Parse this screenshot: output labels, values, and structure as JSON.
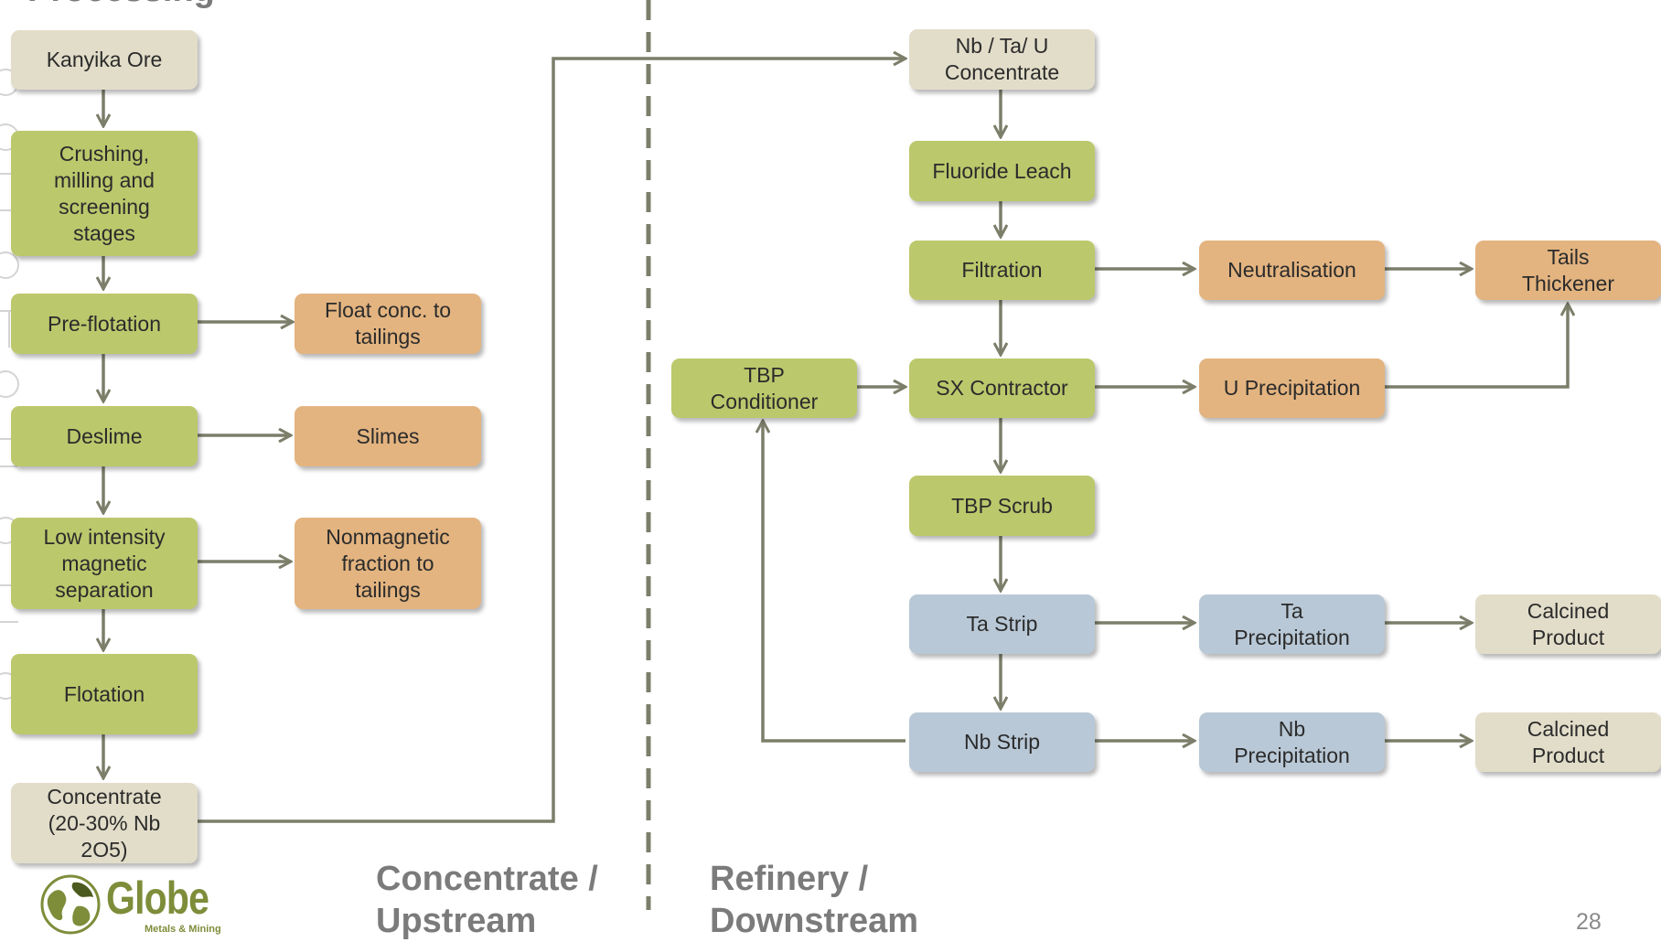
{
  "title_partial": "Processing",
  "upstream": {
    "kanyika_ore": "Kanyika Ore",
    "crushing": "Crushing,\nmilling and\nscreening\nstages",
    "pre_flotation": "Pre-flotation",
    "float_conc": "Float conc. to\ntailings",
    "deslime": "Deslime",
    "slimes": "Slimes",
    "low_intensity": "Low intensity\nmagnetic\nseparation",
    "nonmagnetic": "Nonmagnetic\nfraction to\ntailings",
    "flotation": "Flotation",
    "concentrate": "Concentrate\n(20-30% Nb\n2O5)"
  },
  "downstream": {
    "nb_ta_u_concentrate": "Nb / Ta/ U\nConcentrate",
    "fluoride_leach": "Fluoride Leach",
    "filtration": "Filtration",
    "neutralisation": "Neutralisation",
    "tails_thickener": "Tails\nThickener",
    "tbp_conditioner": "TBP\nConditioner",
    "sx_contractor": "SX Contractor",
    "u_precipitation": "U Precipitation",
    "tbp_scrub": "TBP Scrub",
    "ta_strip": "Ta Strip",
    "ta_precipitation": "Ta\nPrecipitation",
    "calcined_product_ta": "Calcined\nProduct",
    "nb_strip": "Nb Strip",
    "nb_precipitation": "Nb\nPrecipitation",
    "calcined_product_nb": "Calcined\nProduct"
  },
  "labels": {
    "upstream_section": "Concentrate /\nUpstream",
    "downstream_section": "Refinery /\nDownstream",
    "page_number": "28"
  },
  "logo": {
    "name": "Globe",
    "subtitle": "Metals & Mining",
    "icon": "globe-icon"
  },
  "colors": {
    "process_green": "#bcc86c",
    "waste_orange": "#e3b480",
    "strip_blue": "#b9c8d6",
    "product_tan": "#e2ddc9",
    "arrow": "#7c7e6a"
  }
}
